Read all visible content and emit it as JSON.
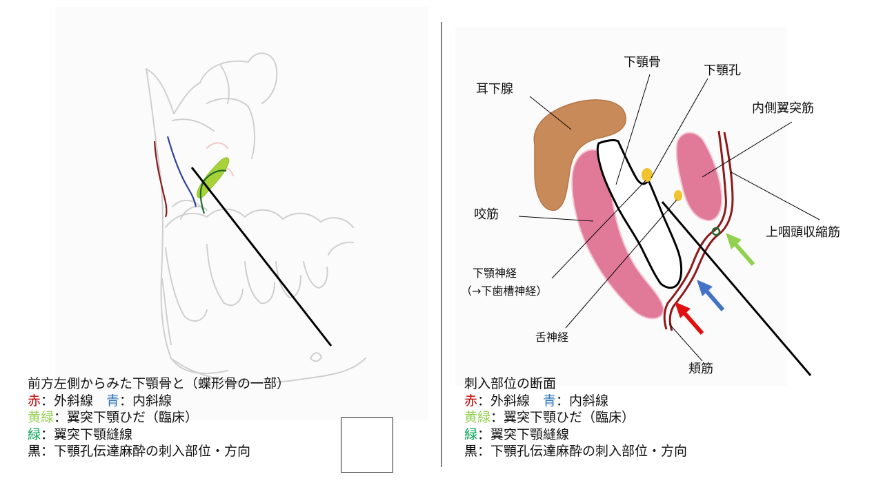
{
  "colors": {
    "red": "#c00000",
    "blue": "#2e75b6",
    "yellow_green": "#92d050",
    "green": "#00a050",
    "black": "#000000",
    "parotid": "#c98a5a",
    "muscle_pink": "#e07a98",
    "nerve_yellow": "#f2c32c",
    "constrictor": "#8b1a1a"
  },
  "left_caption": {
    "title": "前方左側からみた下顎骨と（蝶形骨の一部）",
    "line1_key_a": "赤",
    "line1_val_a": "：外斜線",
    "line1_key_b": "青",
    "line1_val_b": "：内斜線",
    "line2_key": "黄緑",
    "line2_val": "：翼突下顎ひだ（臨床）",
    "line3_key": "緑",
    "line3_val": "：翼突下顎縫線",
    "line4_key": "黒",
    "line4_val": "：下顎孔伝達麻酔の刺入部位・方向"
  },
  "right_caption": {
    "title": "刺入部位の断面",
    "line1_key_a": "赤",
    "line1_val_a": "：外斜線",
    "line1_key_b": "青",
    "line1_val_b": "：内斜線",
    "line2_key": "黄緑",
    "line2_val": "：翼突下顎ひだ（臨床）",
    "line3_key": "緑",
    "line3_val": "：翼突下顎縫線",
    "line4_key": "黒",
    "line4_val": "：下顎孔伝達麻酔の刺入部位・方向"
  },
  "labels": {
    "parotid": "耳下腺",
    "mandible": "下顎骨",
    "mandibular_foramen": "下顎孔",
    "medial_pterygoid": "内側翼突筋",
    "masseter": "咬筋",
    "superior_constrictor": "上咽頭収縮筋",
    "mandibular_nerve_1": "下顎神経",
    "mandibular_nerve_2": "（→下歯槽神経）",
    "lingual_nerve": "舌神経",
    "buccinator": "頬筋"
  }
}
